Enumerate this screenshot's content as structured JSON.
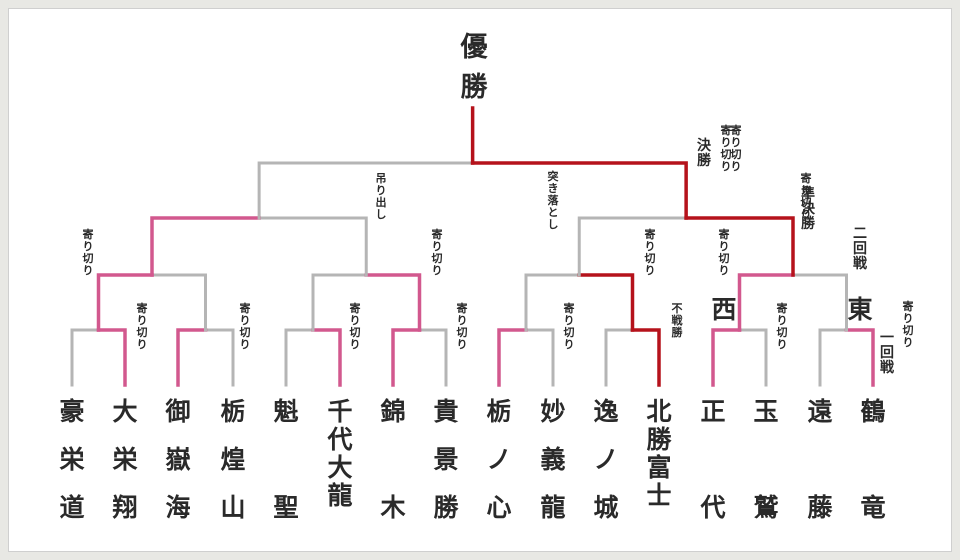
{
  "title": [
    "優",
    "勝"
  ],
  "colors": {
    "background": "#ffffff",
    "gray": "#b5b5b5",
    "pink": "#d2588e",
    "red": "#b5121b",
    "text": "#2a2a2a"
  },
  "wrestlers": [
    {
      "chars": [
        "豪",
        "栄",
        "道"
      ]
    },
    {
      "chars": [
        "大",
        "栄",
        "翔"
      ]
    },
    {
      "chars": [
        "御",
        "嶽",
        "海"
      ]
    },
    {
      "chars": [
        "栃",
        "煌",
        "山"
      ]
    },
    {
      "chars": [
        "魁",
        "聖"
      ]
    },
    {
      "chars": [
        "千",
        "代",
        "大",
        "龍"
      ]
    },
    {
      "chars": [
        "錦",
        "木"
      ]
    },
    {
      "chars": [
        "貴",
        "景",
        "勝"
      ]
    },
    {
      "chars": [
        "栃",
        "ノ",
        "心"
      ]
    },
    {
      "chars": [
        "妙",
        "義",
        "龍"
      ]
    },
    {
      "chars": [
        "逸",
        "ノ",
        "城"
      ]
    },
    {
      "chars": [
        "北",
        "勝",
        "富",
        "士"
      ]
    },
    {
      "chars": [
        "正",
        "代"
      ]
    },
    {
      "chars": [
        "玉",
        "鷲"
      ]
    },
    {
      "chars": [
        "遠",
        "藤"
      ]
    },
    {
      "chars": [
        "鶴",
        "竜"
      ]
    }
  ],
  "annotations": [
    {
      "text": "寄り切り",
      "size": "small"
    },
    {
      "text": "寄り切り",
      "size": "small"
    },
    {
      "text": "寄り切り",
      "size": "small"
    },
    {
      "text": "寄り切り",
      "size": "small"
    },
    {
      "text": "寄り切り",
      "size": "small"
    },
    {
      "text": "寄り切り",
      "size": "small"
    },
    {
      "text": "寄り切り",
      "size": "small"
    },
    {
      "text": "寄り切り",
      "size": "small"
    },
    {
      "text": "寄り切り",
      "size": "small"
    },
    {
      "text": "寄り切り",
      "size": "small"
    },
    {
      "text": "寄り切り",
      "size": "small"
    },
    {
      "text": "寄り切り",
      "size": "small"
    },
    {
      "text": "寄り切り",
      "size": "small"
    },
    {
      "text": "吊り出し",
      "size": "small"
    },
    {
      "text": "突き落とし",
      "size": "small"
    },
    {
      "text": "寄り切り",
      "size": "small"
    },
    {
      "text": "決勝",
      "size": "label"
    },
    {
      "text": "準決勝",
      "size": "label"
    },
    {
      "text": "二回戦",
      "size": "label"
    },
    {
      "text": "一回戦",
      "size": "label"
    },
    {
      "text": "不戦勝",
      "size": "small"
    },
    {
      "text": "西",
      "size": "name"
    },
    {
      "text": "東",
      "size": "name"
    }
  ]
}
